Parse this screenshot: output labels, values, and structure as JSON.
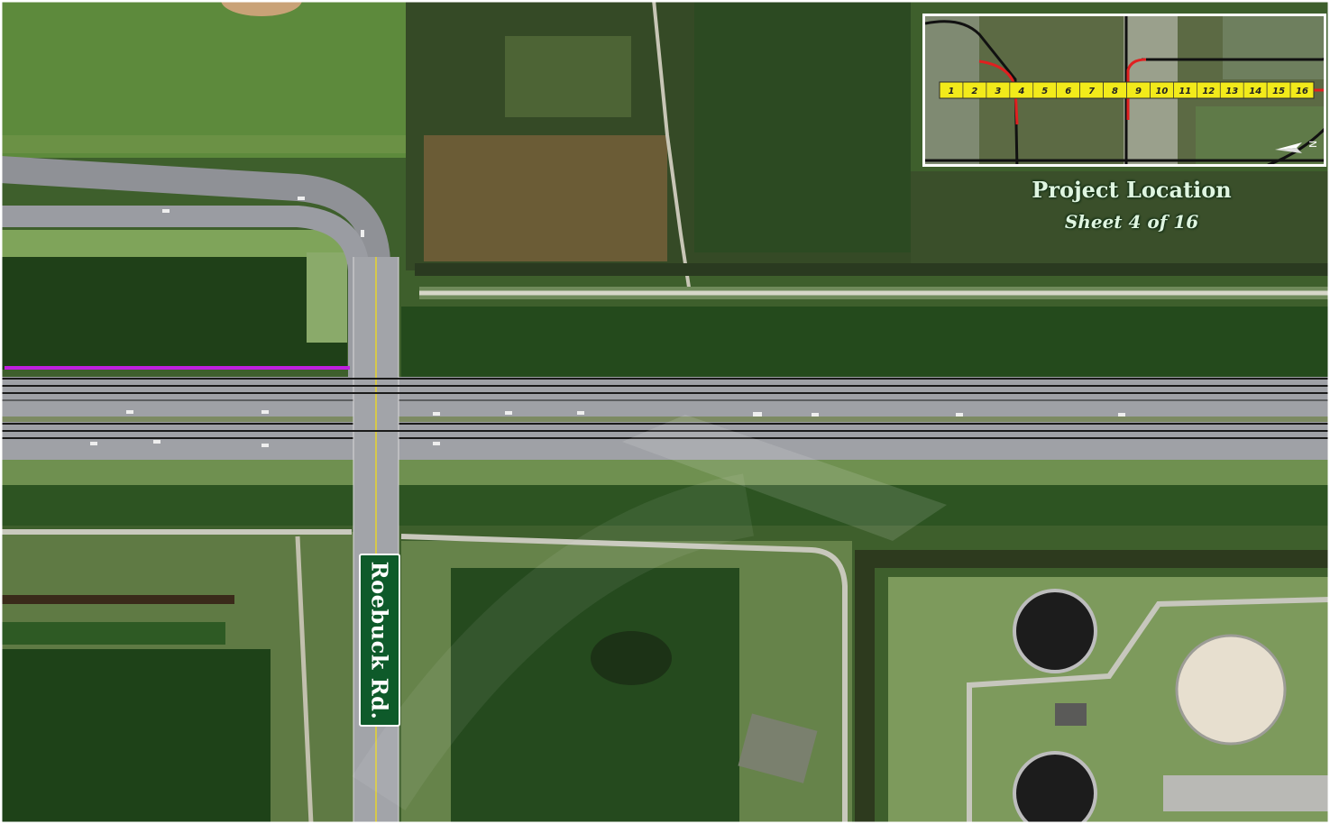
{
  "road_sign": {
    "label": "Roebuck Rd."
  },
  "inset": {
    "title": "Project Location",
    "subtitle": "Sheet 4 of 16",
    "sheets": [
      "1",
      "2",
      "3",
      "4",
      "5",
      "6",
      "7",
      "8",
      "9",
      "10",
      "11",
      "12",
      "13",
      "14",
      "15",
      "16"
    ],
    "north_label": "N"
  },
  "colors": {
    "project_line": "#c020e0",
    "sign_green": "#0e5a2a",
    "highlight_yellow": "#f2ea1a",
    "route_red": "#e02020"
  }
}
